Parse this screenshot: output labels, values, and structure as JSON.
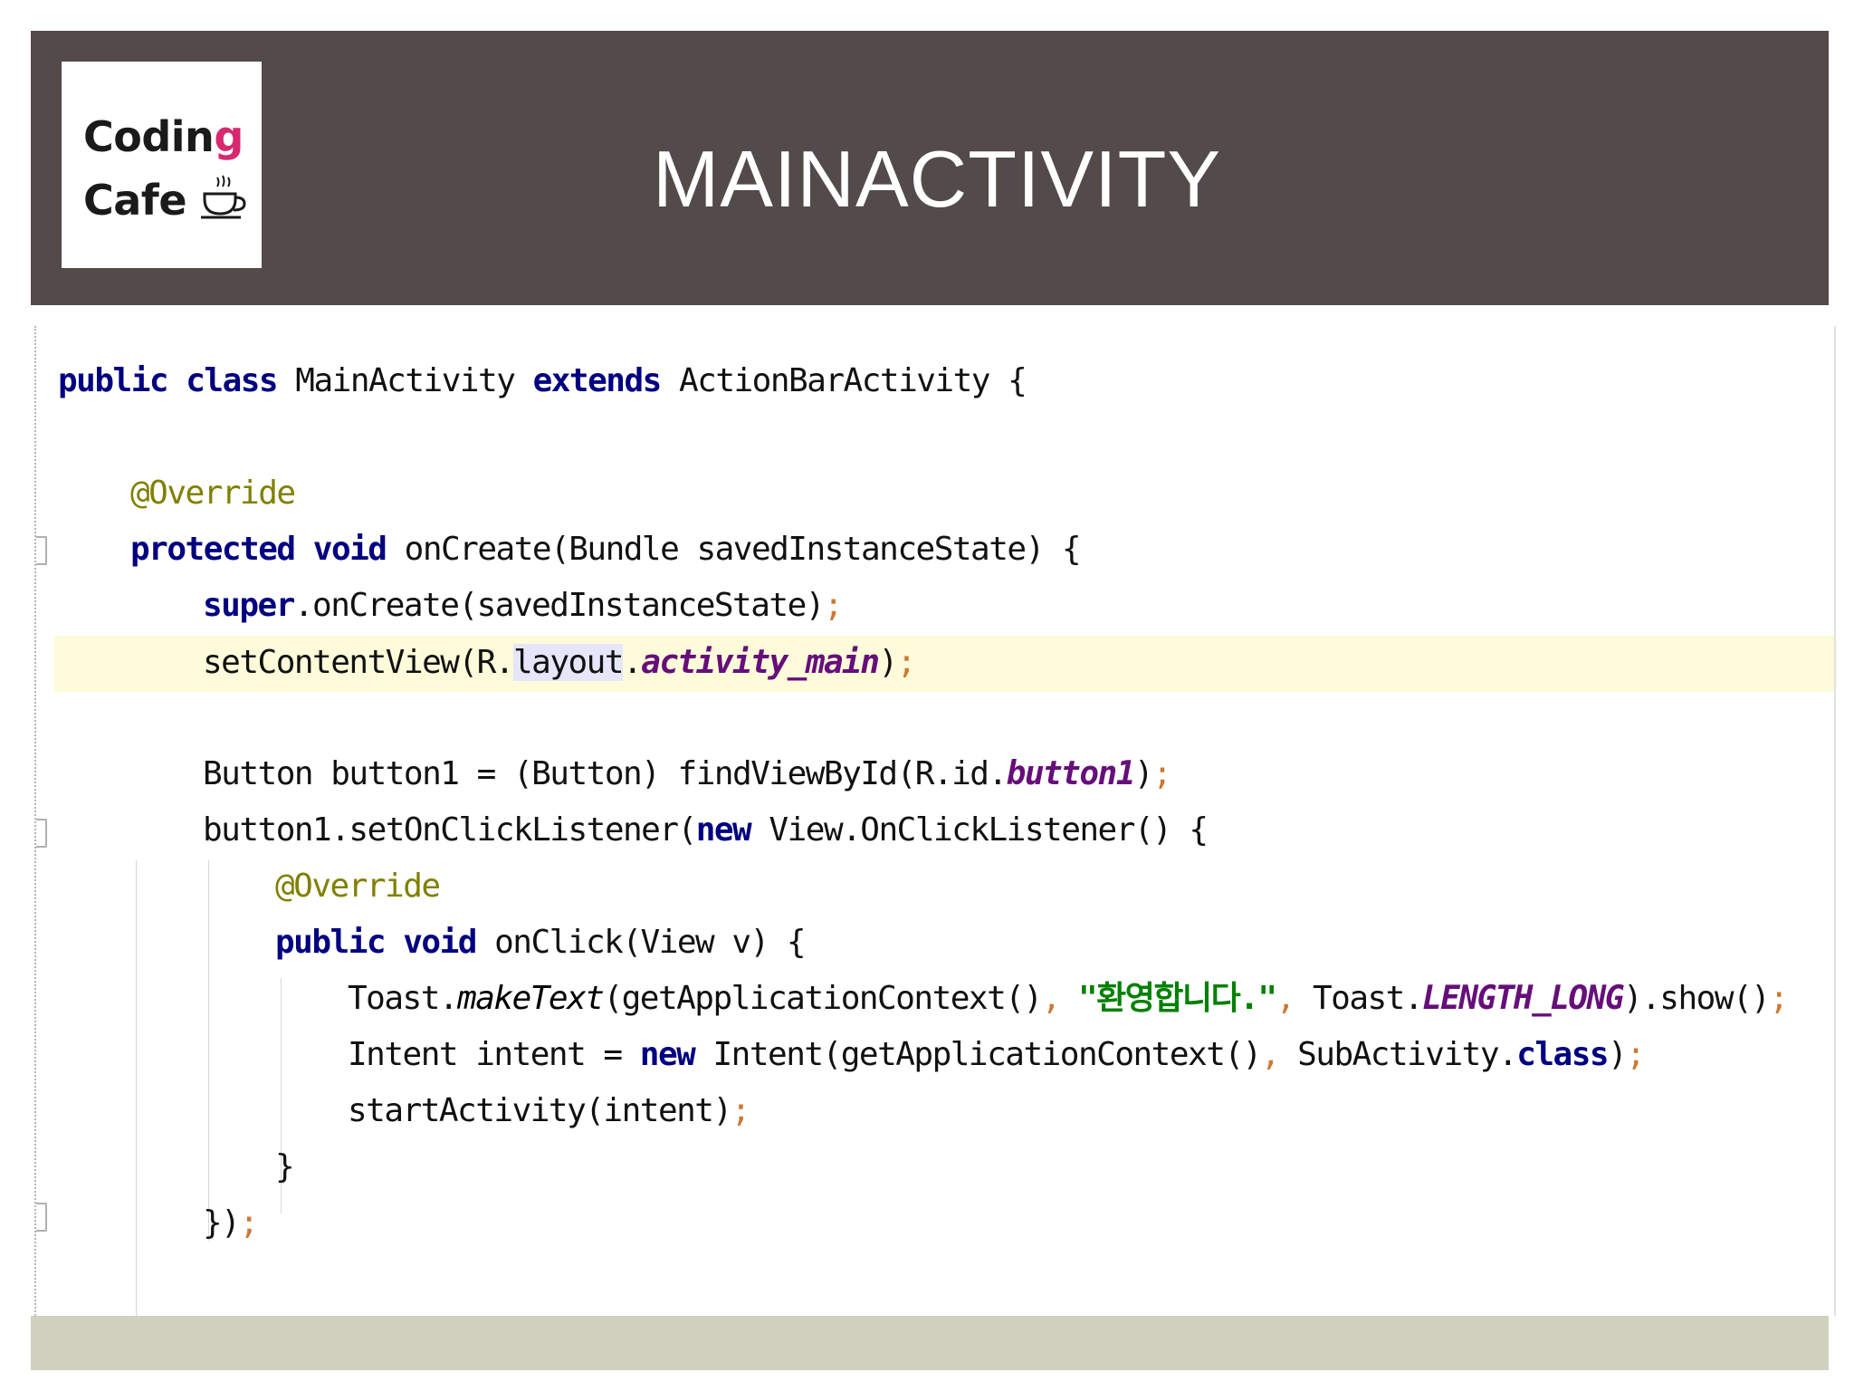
{
  "header": {
    "title": "MAINACTIVITY",
    "logo": {
      "line1_main": "Codin",
      "line1_accent": "g",
      "line2": "Cafe",
      "icon": "coffee-cup-icon"
    }
  },
  "code": {
    "l1": {
      "kw1": "public",
      "kw2": "class",
      "t1": "MainActivity",
      "kw3": "extends",
      "t2": "ActionBarActivity {"
    },
    "l2": {
      "ann": "@Override"
    },
    "l3": {
      "kw1": "protected",
      "kw2": "void",
      "t1": "onCreate(Bundle savedInstanceState) {"
    },
    "l4": {
      "kw1": "super",
      "t1": ".onCreate(savedInstanceState)",
      "p1": ";"
    },
    "l5": {
      "t1": "setContentView(R.",
      "id": "layout",
      "t2": ".",
      "fld": "activity_main",
      "t3": ")",
      "p1": ";"
    },
    "l6": {
      "t1": "Button button1 = (Button) findViewById(R.id.",
      "fld": "button1",
      "t2": ")",
      "p1": ";"
    },
    "l7": {
      "t1": "button1.setOnClickListener(",
      "kw1": "new",
      "t2": "View.OnClickListener() {"
    },
    "l8": {
      "ann": "@Override"
    },
    "l9": {
      "kw1": "public",
      "kw2": "void",
      "t1": "onClick(View v) {"
    },
    "l10": {
      "t1": "Toast.",
      "sm": "makeText",
      "t2": "(getApplicationContext()",
      "p1": ",",
      "str": "\"환영합니다.\"",
      "p2": ",",
      "t3": "Toast.",
      "fld": "LENGTH_LONG",
      "t4": ").show()",
      "p3": ";"
    },
    "l11": {
      "t1": "Intent intent = ",
      "kw1": "new",
      "t2": "Intent(getApplicationContext()",
      "p1": ",",
      "t3": "SubActivity.",
      "kw2": "class",
      "t4": ")",
      "p2": ";"
    },
    "l12": {
      "t1": "startActivity(intent)",
      "p1": ";"
    },
    "l13": {
      "t1": "}"
    },
    "l14": {
      "t1": "})",
      "p1": ";"
    }
  },
  "colors": {
    "header_bg": "#534a4a",
    "footer_bg": "#d0d1be",
    "keyword": "#000080",
    "annotation": "#808000",
    "string": "#008000",
    "field": "#660e7a",
    "highlight_line": "#fdfbd9",
    "logo_accent": "#d6296f"
  }
}
